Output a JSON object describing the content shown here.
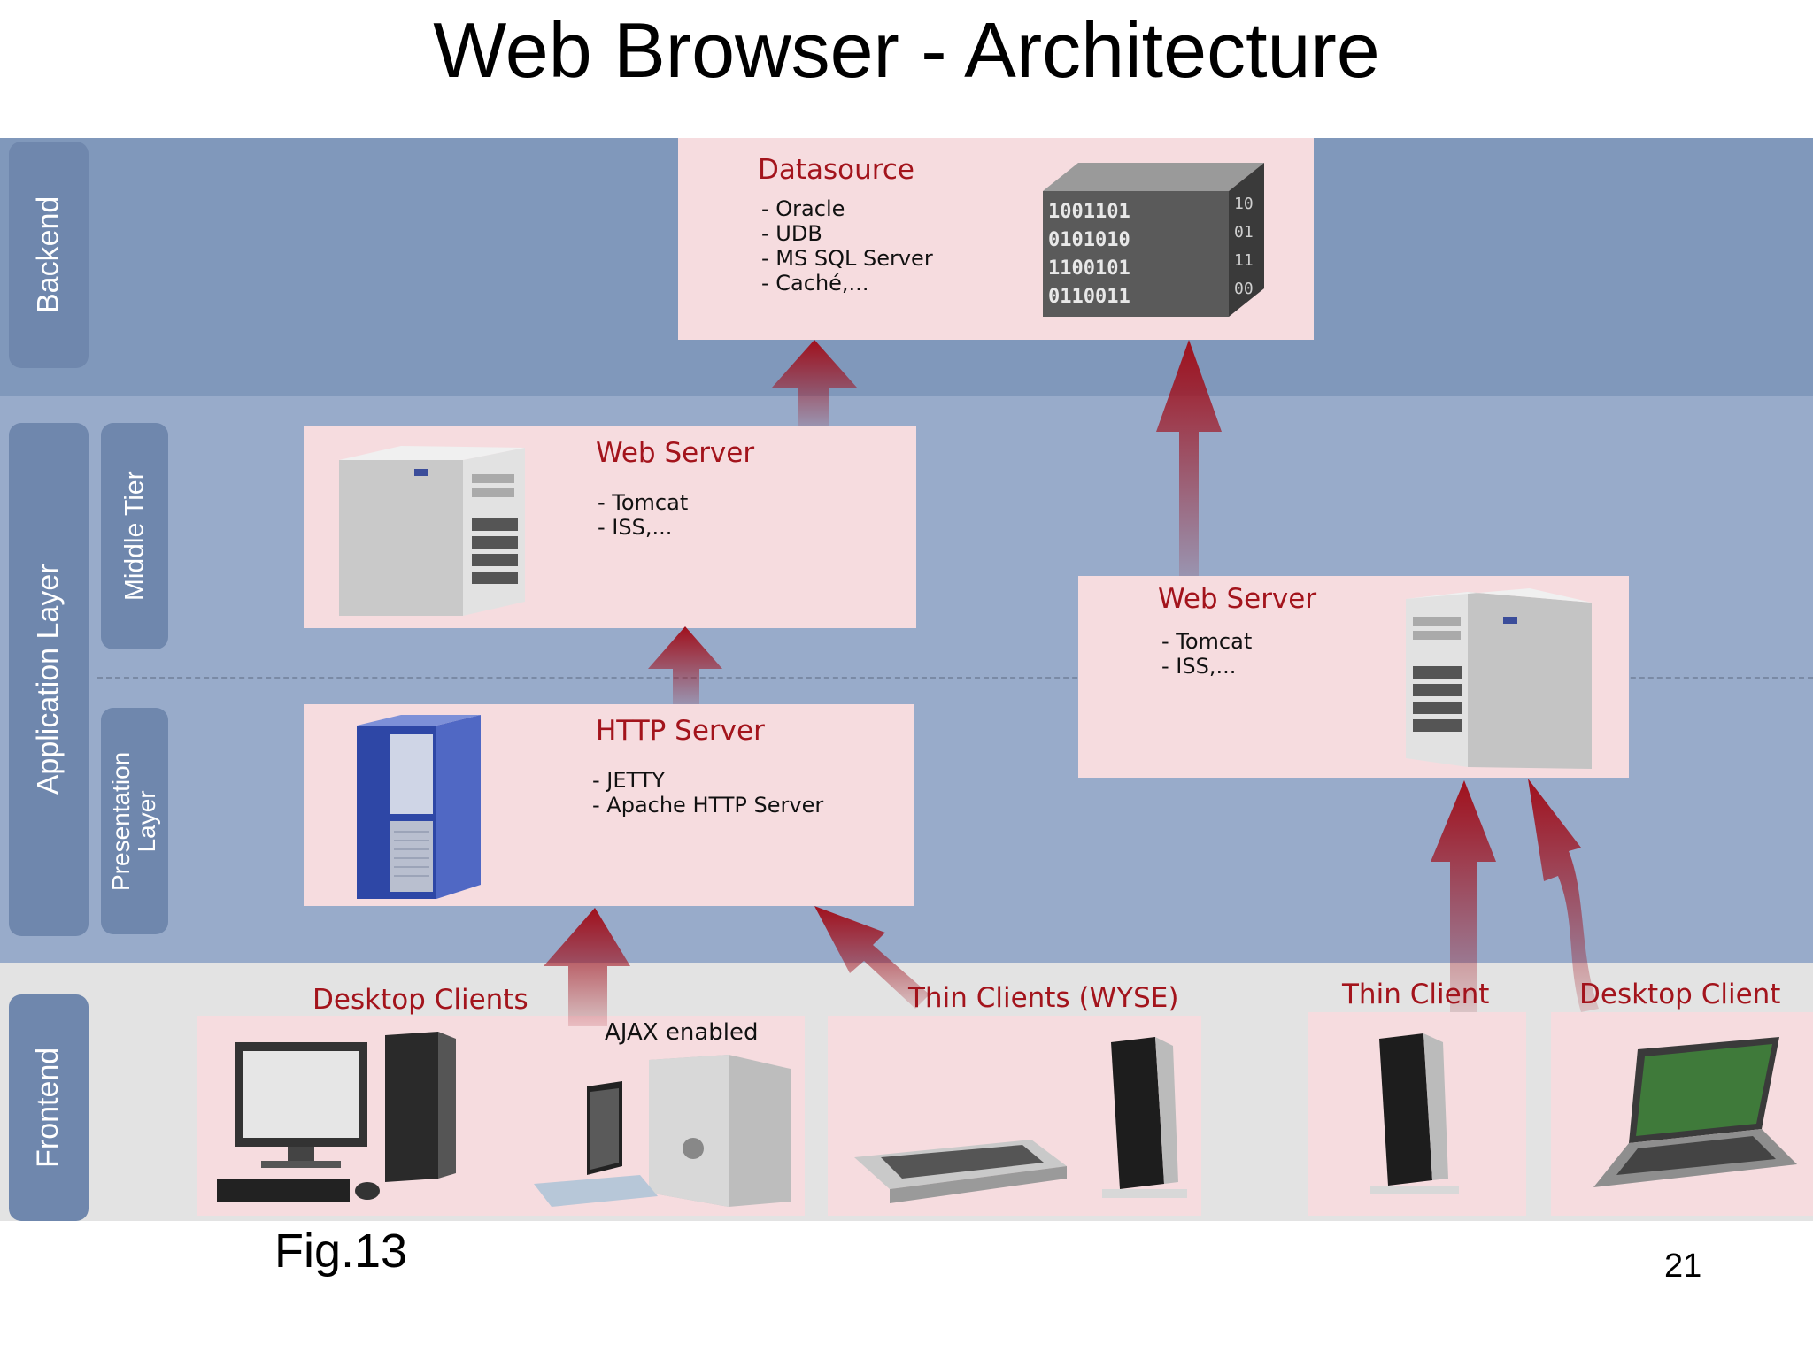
{
  "title": "Web Browser - Architecture",
  "layers": {
    "backend": "Backend",
    "application": "Application Layer",
    "middle_tier": "Middle Tier",
    "presentation": "Presentation\nLayer",
    "frontend": "Frontend"
  },
  "datasource": {
    "title": "Datasource",
    "items": [
      "- Oracle",
      "- UDB",
      "- MS SQL Server",
      "- Caché,..."
    ]
  },
  "web_server_left": {
    "title": "Web Server",
    "items": [
      "- Tomcat",
      "- ISS,..."
    ]
  },
  "http_server": {
    "title": "HTTP Server",
    "items": [
      "- JETTY",
      "- Apache HTTP Server"
    ]
  },
  "web_server_right": {
    "title": "Web Server",
    "items": [
      "- Tomcat",
      "- ISS,..."
    ]
  },
  "clients": {
    "desktop_clients": "Desktop Clients",
    "ajax": "AJAX enabled",
    "thin_clients_wyse": "Thin Clients (WYSE)",
    "thin_client": "Thin Client",
    "desktop_client": "Desktop Client"
  },
  "footer": {
    "fig": "Fig.13",
    "page": "21"
  },
  "colors": {
    "backend_band": "#8098bb",
    "app_band": "#98abca",
    "frontend_band": "#e3e3e3",
    "box_fill": "#f6dcdf",
    "title_red": "#a3141c",
    "arrow_red": "#a0101c"
  }
}
